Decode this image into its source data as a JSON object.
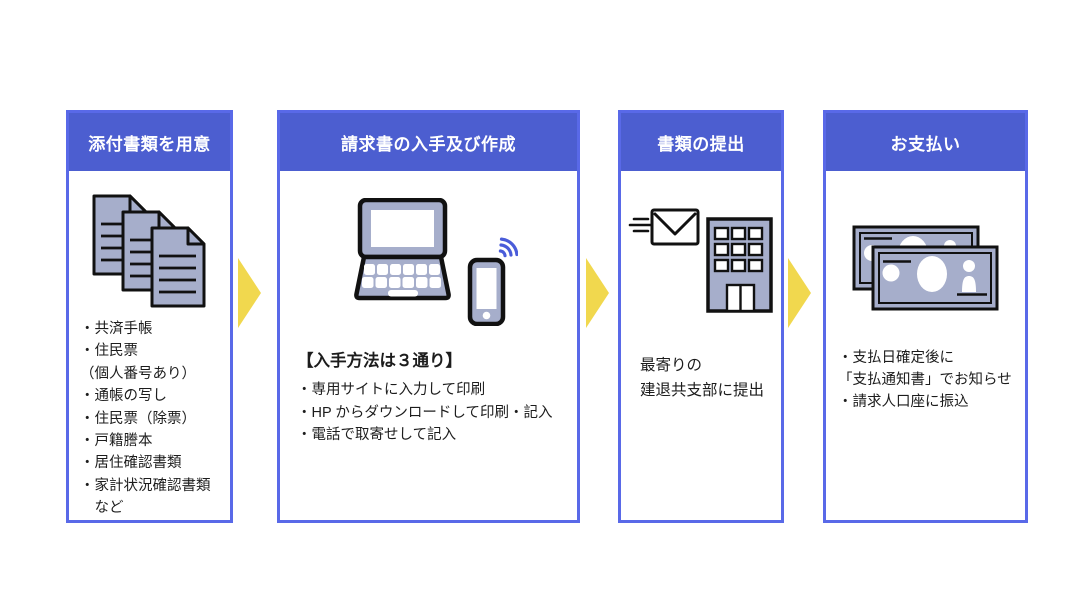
{
  "colors": {
    "header_bg": "#4c5ed0",
    "panel_border": "#5969e8",
    "icon_fill": "#a6aecb",
    "arrow_yellow": "#f1d84e",
    "wifi_blue": "#4a5cd9",
    "ink": "#111111",
    "text": "#1c1c1c"
  },
  "panels": [
    {
      "title": "添付書類を用意",
      "icon": "documents-icon",
      "lines": [
        "・共済手帳",
        "・住民票",
        "（個人番号あり）",
        "・通帳の写し",
        "・住民票（除票）",
        "・戸籍謄本",
        "・居住確認書類",
        "・家計状況確認書類",
        "　など"
      ]
    },
    {
      "title": "請求書の入手及び作成",
      "icon": "laptop-smartphone-wifi-icon",
      "heading": "【入手方法は３通り】",
      "lines": [
        "・専用サイトに入力して印刷",
        "・HP からダウンロードして印刷・記入",
        "・電話で取寄せして記入"
      ]
    },
    {
      "title": "書類の提出",
      "icon": "envelope-building-icon",
      "lines": [
        "最寄りの",
        "建退共支部に提出"
      ]
    },
    {
      "title": "お支払い",
      "icon": "banknotes-icon",
      "lines": [
        "・支払日確定後に",
        "「支払通知書」でお知らせ",
        "・請求人口座に振込"
      ]
    }
  ],
  "arrow_icon": "flow-arrow-right-icon"
}
